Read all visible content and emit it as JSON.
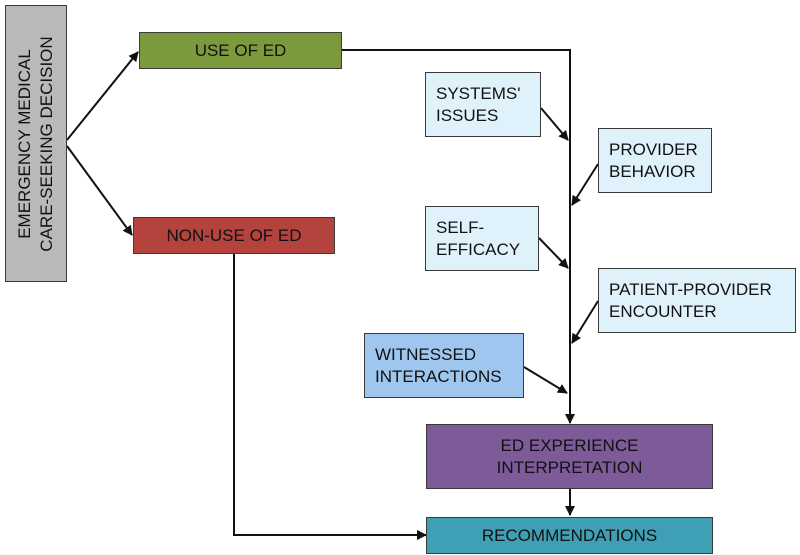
{
  "nodes": {
    "decision": "EMERGENCY MEDICAL\nCARE-SEEKING DECISION",
    "use_of_ed": "USE OF ED",
    "non_use_of_ed": "NON-USE OF ED",
    "systems_issues": "SYSTEMS'\nISSUES",
    "provider_behavior": "PROVIDER\nBEHAVIOR",
    "self_efficacy": "SELF-\nEFFICACY",
    "patient_provider_encounter": "PATIENT-PROVIDER\nENCOUNTER",
    "witnessed_interactions": "WITNESSED\nINTERACTIONS",
    "ed_experience_interpretation": "ED EXPERIENCE\nINTERPRETATION",
    "recommendations": "RECOMMENDATIONS"
  },
  "colors": {
    "decision": "#b9b9b9",
    "use_of_ed": "#7a9a3c",
    "non_use_of_ed": "#b5433d",
    "light_blue": "#dff2fb",
    "medium_blue": "#9ec6ee",
    "purple": "#7d5a98",
    "teal": "#3f9fb4"
  }
}
